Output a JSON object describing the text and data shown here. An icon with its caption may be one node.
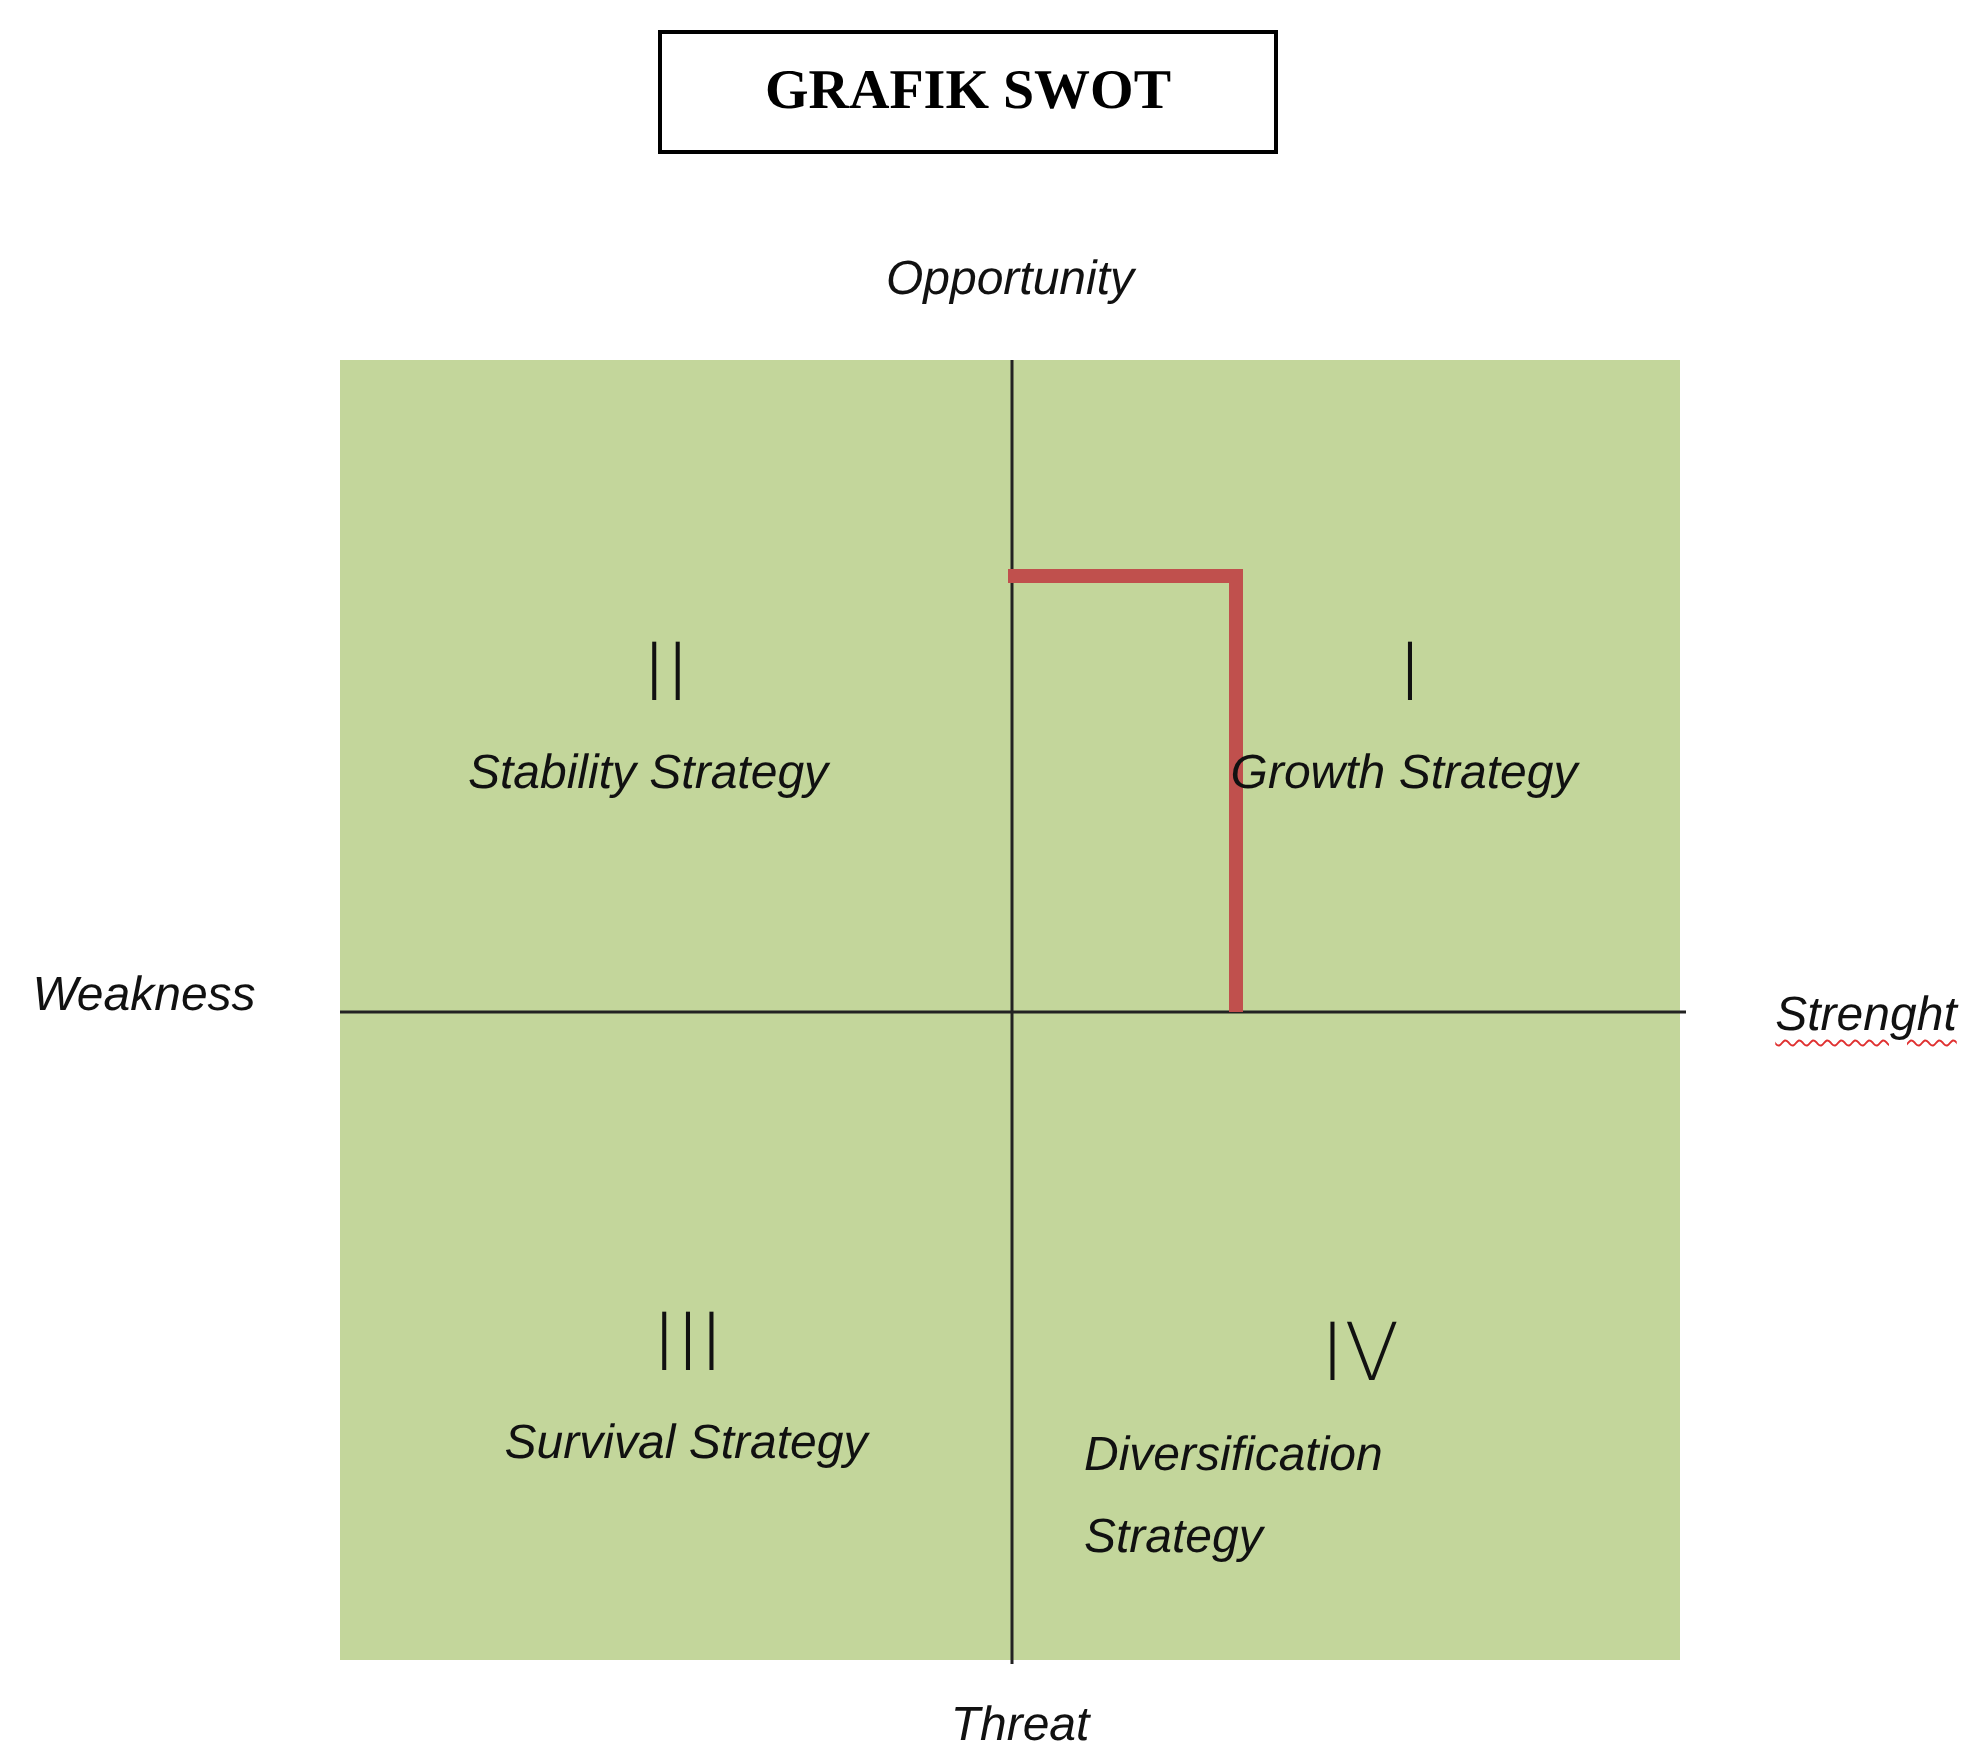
{
  "diagram": {
    "title": "GRAFIK SWOT",
    "nodes": [
      {
        "text": [
          "II",
          "Stability Strategy"
        ]
      },
      {
        "text": [
          "I",
          "Growth Strategy"
        ]
      },
      {
        "text": [
          "III",
          "Survival Strategy"
        ]
      },
      {
        "text": [
          "IV",
          "Diversification Strategy"
        ]
      }
    ],
    "labels": [
      "Opportunity",
      "Weakness",
      "Strenght",
      "Threat"
    ]
  }
}
